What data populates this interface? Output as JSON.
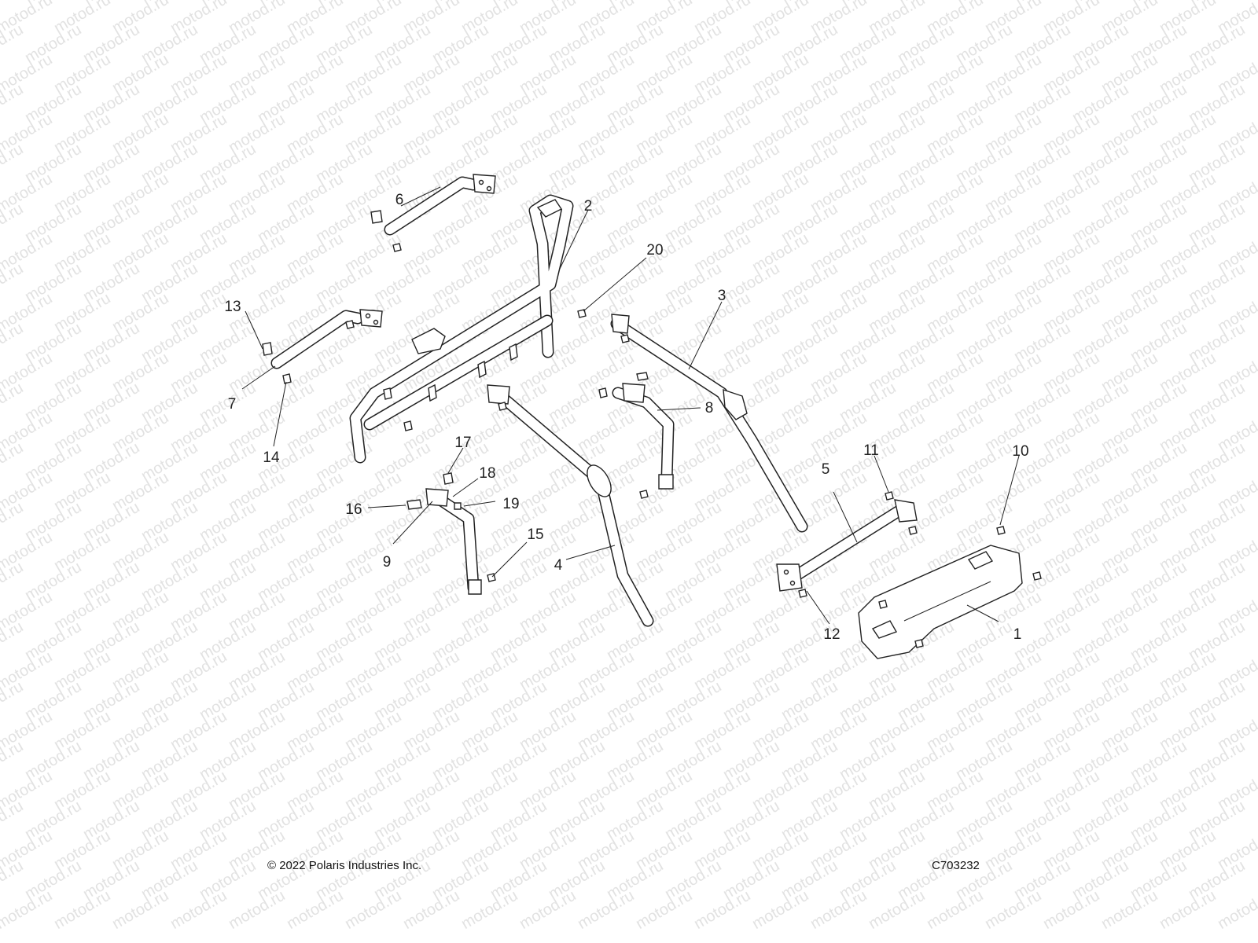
{
  "watermark": {
    "text": "motod.ru"
  },
  "callouts": [
    {
      "id": "1",
      "label": "1"
    },
    {
      "id": "2",
      "label": "2"
    },
    {
      "id": "3",
      "label": "3"
    },
    {
      "id": "4",
      "label": "4"
    },
    {
      "id": "5",
      "label": "5"
    },
    {
      "id": "6",
      "label": "6"
    },
    {
      "id": "7",
      "label": "7"
    },
    {
      "id": "8",
      "label": "8"
    },
    {
      "id": "9",
      "label": "9"
    },
    {
      "id": "10",
      "label": "10"
    },
    {
      "id": "11",
      "label": "11"
    },
    {
      "id": "12",
      "label": "12"
    },
    {
      "id": "13",
      "label": "13"
    },
    {
      "id": "14",
      "label": "14"
    },
    {
      "id": "15",
      "label": "15"
    },
    {
      "id": "16",
      "label": "16"
    },
    {
      "id": "17",
      "label": "17"
    },
    {
      "id": "18",
      "label": "18"
    },
    {
      "id": "19",
      "label": "19"
    },
    {
      "id": "20",
      "label": "20"
    }
  ],
  "footer": {
    "copyright": "© 2022 Polaris Industries Inc.",
    "drawing_number": "C703232"
  }
}
